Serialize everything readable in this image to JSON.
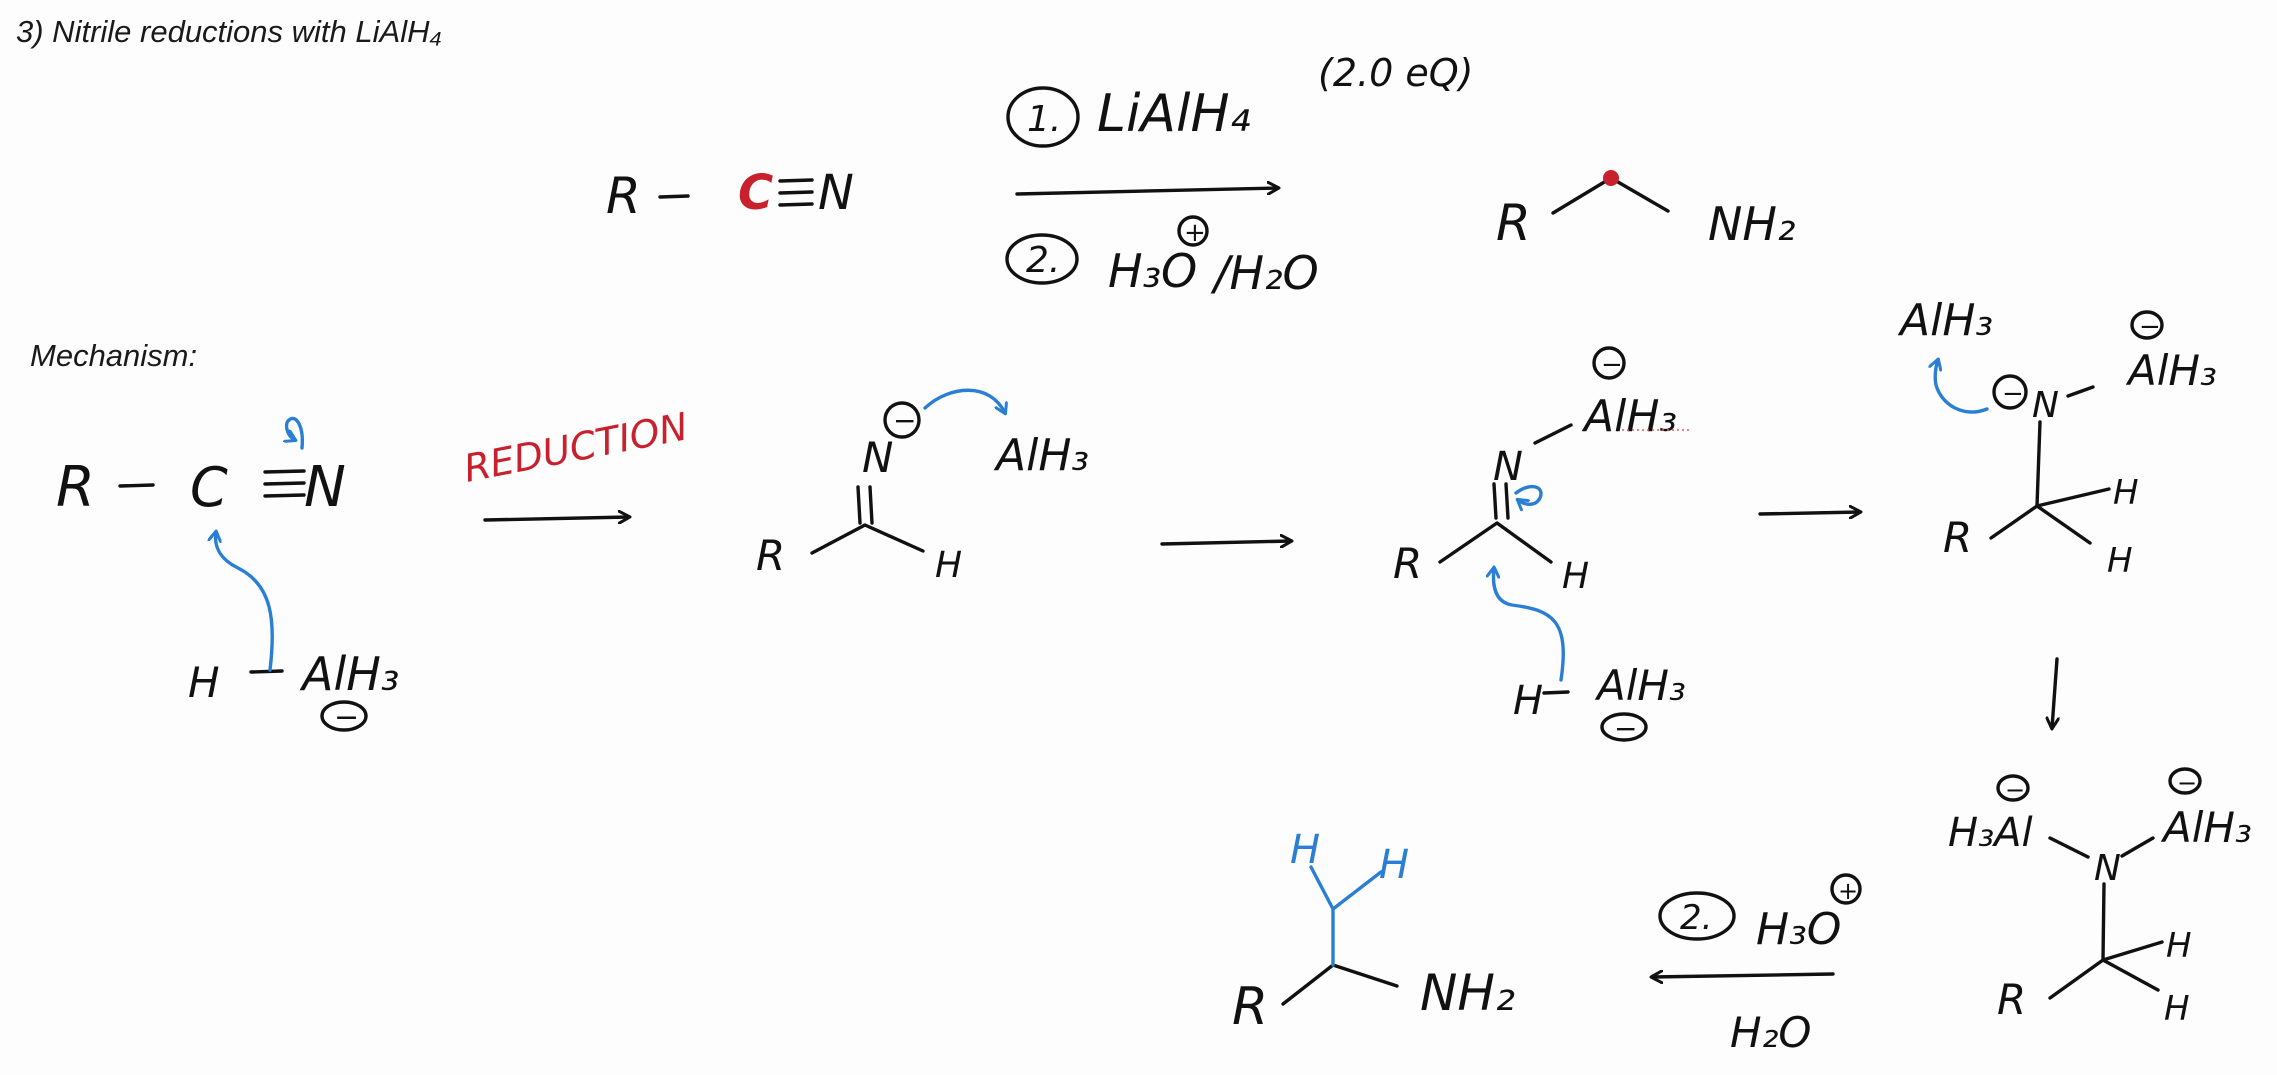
{
  "title": "3) Nitrile reductions with LiAlH₄",
  "mechanism_label": "Mechanism:",
  "overview": {
    "reactant_R": "R",
    "reactant_C": "C",
    "reactant_N": "N",
    "step1_number": "1.",
    "step1_reagent": "LiAlH₄",
    "step1_equiv": "(2.0 eQ)",
    "step2_number": "2.",
    "step2_reagent": "H₃O",
    "step2_charge": "+",
    "step2_solvent": "/H₂O",
    "product_R": "R",
    "product_amine": "NH₂",
    "highlight_color": "#c8202c"
  },
  "mechanism": {
    "nitrile_R": "R",
    "nitrile_C": "C",
    "nitrile_N": "N",
    "hydride1_H": "H",
    "hydride1_Al": "AlH₃",
    "hydride1_charge": "−",
    "reduction_label": "REDUCTION",
    "imine_N": "N",
    "imine_N_charge": "−",
    "imine_Al": "AlH₃",
    "imine_R": "R",
    "imine_H": "H",
    "complex_N": "N",
    "complex_Al": "AlH₃",
    "complex_Al_charge": "−",
    "complex_R": "R",
    "complex_H": "H",
    "hydride2_H": "H",
    "hydride2_Al": "AlH₃",
    "hydride2_charge": "−",
    "amide_lost_Al": "AlH₃",
    "amide_N": "N",
    "amide_N_charge": "−",
    "amide_Al": "AlH₃",
    "amide_Al_charge": "−",
    "amide_R": "R",
    "amide_H1": "H",
    "amide_H2": "H",
    "diAl_left_Al": "H₃Al",
    "diAl_left_charge": "−",
    "diAl_N": "N",
    "diAl_right_Al": "AlH₃",
    "diAl_right_charge": "−",
    "diAl_R": "R",
    "diAl_H1": "H",
    "diAl_H2": "H",
    "workup_number": "2.",
    "workup_reagent": "H₃O",
    "workup_charge": "+",
    "workup_solvent": "H₂O",
    "final_R": "R",
    "final_amine": "NH₂",
    "final_H1": "H",
    "final_H2": "H",
    "arrow_color": "#2a7fd4"
  }
}
